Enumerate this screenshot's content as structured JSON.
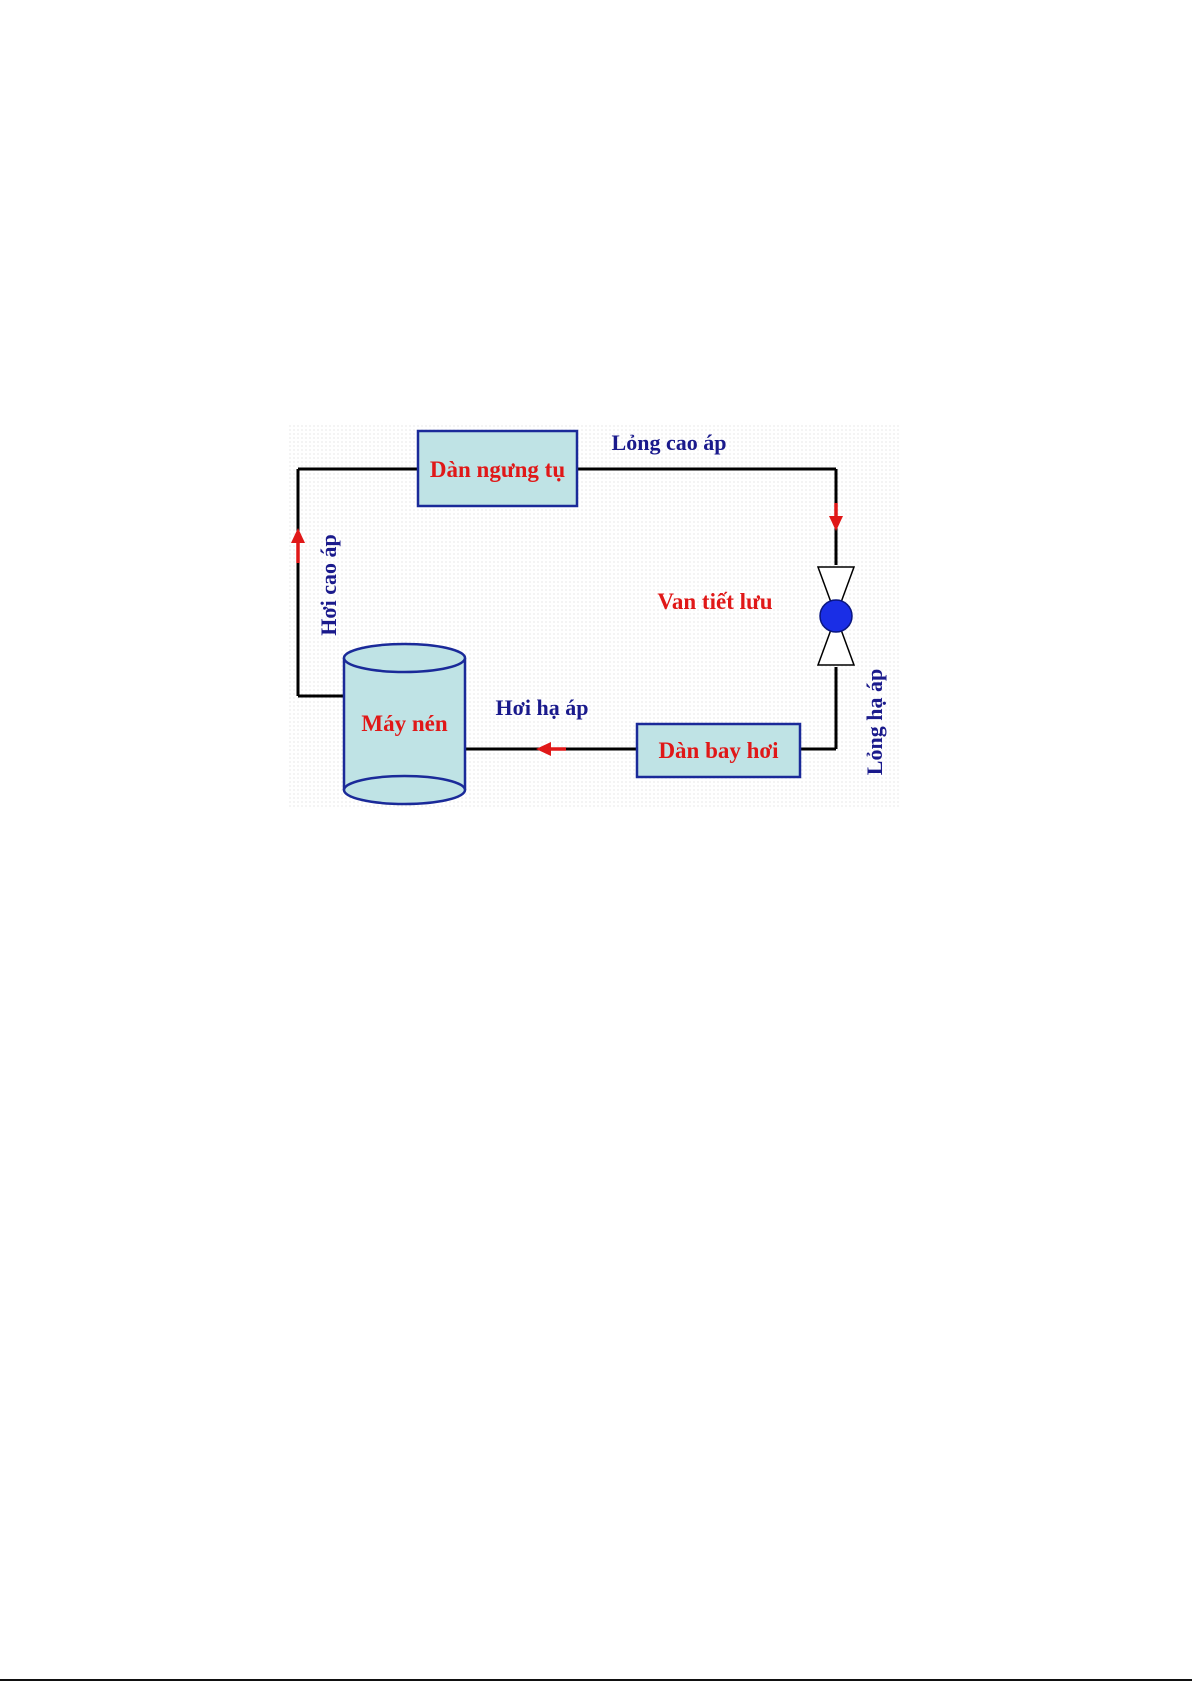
{
  "diagram": {
    "components": {
      "condenser": "Dàn ngưng tụ",
      "evaporator": "Dàn bay hơi",
      "compressor": "Máy nén",
      "expansion_valve": "Van tiết lưu"
    },
    "line_labels": {
      "high_pressure_liquid": "Lỏng cao áp",
      "low_pressure_liquid": "Lỏng hạ áp",
      "low_pressure_vapor": "Hơi hạ áp",
      "high_pressure_vapor": "Hơi cao áp"
    },
    "colors": {
      "component_label": "#e01818",
      "line_label": "#1a1a8c",
      "box_fill": "#bfe3e5",
      "box_border": "#1a2a99",
      "pipe": "#000000",
      "flow_arrow": "#e01818",
      "valve_ball": "#1a2ee6",
      "background_dot": "#d9d9d9"
    },
    "icons": {
      "flow_arrow": "arrow-icon",
      "valve": "expansion-valve-icon",
      "compressor": "cylinder-icon"
    }
  }
}
